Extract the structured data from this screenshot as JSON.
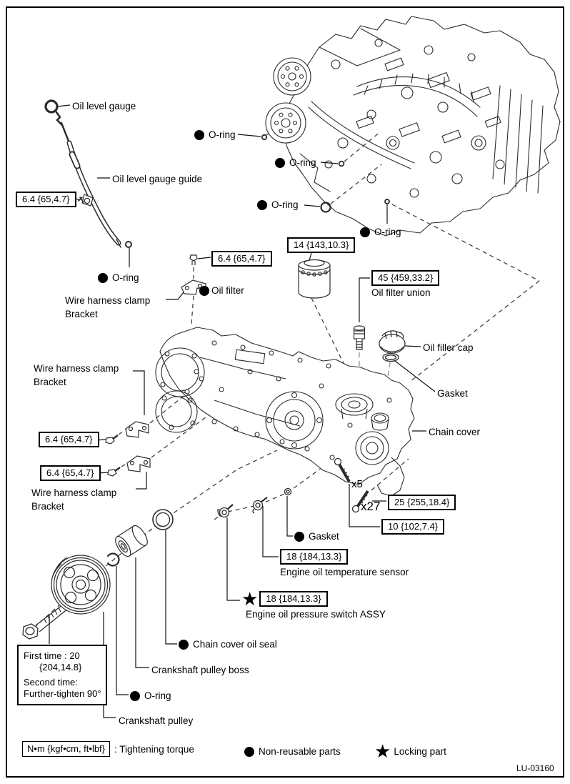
{
  "figure": {
    "code": "LU-03160"
  },
  "icons": {
    "non_reusable": "●",
    "locking": "★"
  },
  "labels": {
    "oil_level_gauge": "Oil level gauge",
    "oil_level_gauge_guide": "Oil level gauge guide",
    "o_ring": "O-ring",
    "oil_filter": "Oil filter",
    "wire_harness_clamp": "Wire harness clamp",
    "bracket": "Bracket",
    "oil_filter_union": "Oil filter union",
    "oil_filler_cap": "Oil filler cap",
    "gasket": "Gasket",
    "chain_cover": "Chain cover",
    "engine_oil_temperature_sensor": "Engine oil temperature sensor",
    "engine_oil_pressure_switch": "Engine oil pressure switch ASSY",
    "chain_cover_oil_seal": "Chain cover oil seal",
    "crankshaft_pulley_boss": "Crankshaft pulley boss",
    "crankshaft_pulley": "Crankshaft pulley",
    "x5": "x5",
    "x27": "x27"
  },
  "torques": {
    "t6_4": "6.4 {65,4.7}",
    "t14": "14 {143,10.3}",
    "t45": "45 {459,33.2}",
    "t25": "25 {255,18.4}",
    "t10": "10 {102,7.4}",
    "t18": "18 {184,13.3}",
    "crank_bolt": {
      "line1": "First time : 20",
      "line2": "{204,14.8}",
      "line3": "Second time:",
      "line4": "Further-tighten 90°"
    }
  },
  "legend": {
    "unit_box": "N•m {kgf•cm, ft•lbf}",
    "tightening": ": Tightening torque",
    "non_reusable": "Non-reusable parts",
    "locking": "Locking part"
  }
}
